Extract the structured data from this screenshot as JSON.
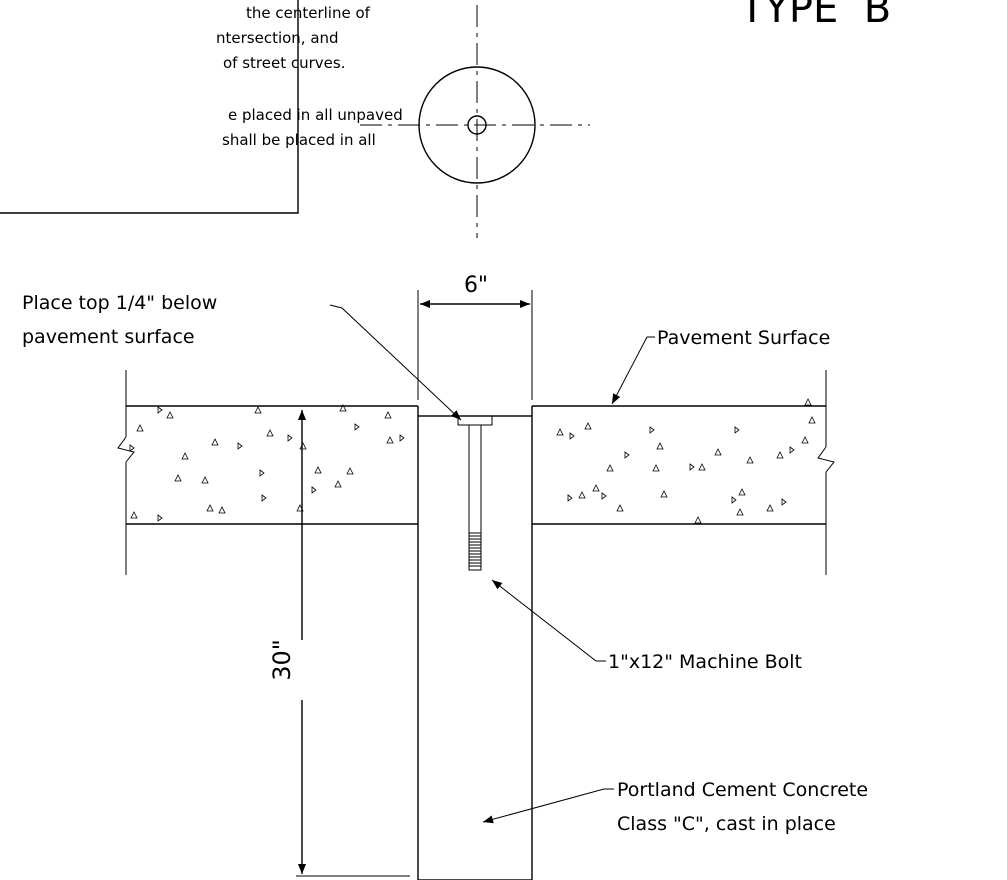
{
  "notes_box": {
    "lines": [
      "the centerline of",
      "ntersection, and",
      "of street curves.",
      "e placed in all unpaved",
      "shall be placed in all"
    ]
  },
  "title": "TYPE  B",
  "dimensions": {
    "width": "6\"",
    "depth": "30\""
  },
  "labels": {
    "place_top_line1": "Place top 1/4\" below",
    "place_top_line2": "pavement surface",
    "pavement_surface": "Pavement Surface",
    "machine_bolt": "1\"x12\" Machine Bolt",
    "concrete_line1": "Portland Cement Concrete",
    "concrete_line2": "Class \"C\", cast in place"
  }
}
